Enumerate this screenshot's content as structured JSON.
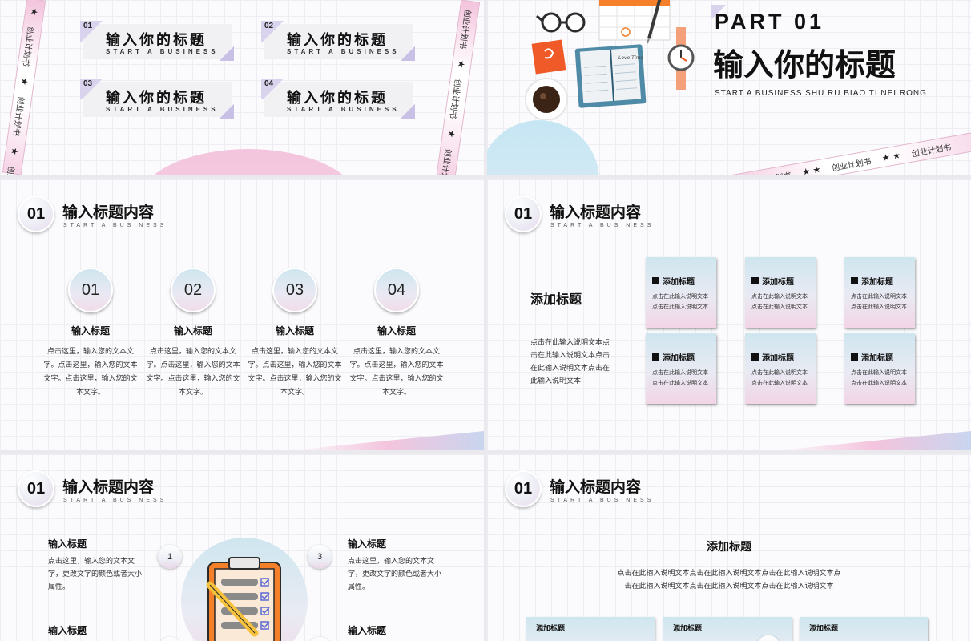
{
  "slide1": {
    "ribbon_text": "创业计划书",
    "cards": [
      {
        "num": "01",
        "title": "输入你的标题",
        "sub": "START A BUSINESS"
      },
      {
        "num": "02",
        "title": "输入你的标题",
        "sub": "START A BUSINESS"
      },
      {
        "num": "03",
        "title": "输入你的标题",
        "sub": "START A BUSINESS"
      },
      {
        "num": "04",
        "title": "输入你的标题",
        "sub": "START A BUSINESS"
      }
    ]
  },
  "slide2": {
    "part": "PART 01",
    "title": "输入你的标题",
    "sub": "START A BUSINESS SHU RU BIAO TI NEI RONG",
    "ribbon_text": "创业计划书",
    "notebook_text": "Love Time"
  },
  "header": {
    "num": "01",
    "title": "输入标题内容",
    "sub": "START A BUSINESS"
  },
  "slide3": {
    "items": [
      {
        "num": "01",
        "title": "输入标题",
        "desc": "点击这里，输入您的文本文字。点击这里，输入您的文本文字。点击这里，输入您的文本文字。"
      },
      {
        "num": "02",
        "title": "输入标题",
        "desc": "点击这里，输入您的文本文字。点击这里，输入您的文本文字。点击这里，输入您的文本文字。"
      },
      {
        "num": "03",
        "title": "输入标题",
        "desc": "点击这里，输入您的文本文字。点击这里，输入您的文本文字。点击这里，输入您的文本文字。"
      },
      {
        "num": "04",
        "title": "输入标题",
        "desc": "点击这里，输入您的文本文字。点击这里，输入您的文本文字。点击这里，输入您的文本文字。"
      }
    ]
  },
  "slide4": {
    "title": "添加标题",
    "desc": "点击在此输入说明文本点击在此输入说明文本点击在此输入说明文本点击在此输入说明文本",
    "card_title": "添加标题",
    "card_desc": "点击在此输入说明文本点击在此输入说明文本"
  },
  "slide5": {
    "block_title": "输入标题",
    "block_desc": "点击这里，输入您的文本文字，更改文字的颜色或者大小属性。",
    "num1": "1",
    "num3": "3"
  },
  "slide6": {
    "title": "添加标题",
    "desc_line1": "点击在此输入说明文本点击在此输入说明文本点击在此输入说明文本点",
    "desc_line2": "击在此输入说明文本点击在此输入说明文本点击在此输入说明文本",
    "card_title": "添加标题"
  },
  "colors": {
    "accent_pink": "#f3c4dd",
    "accent_blue": "#cfe6ef",
    "accent_purple": "#c9c0e6",
    "orange": "#f4802a",
    "teal": "#4f8aa6"
  },
  "icons": [
    "glasses-icon",
    "calendar-icon",
    "pen-icon",
    "notebook-icon",
    "sticky-note-icon",
    "coffee-cup-icon",
    "watch-icon",
    "clipboard-checklist-icon",
    "pencil-icon"
  ]
}
